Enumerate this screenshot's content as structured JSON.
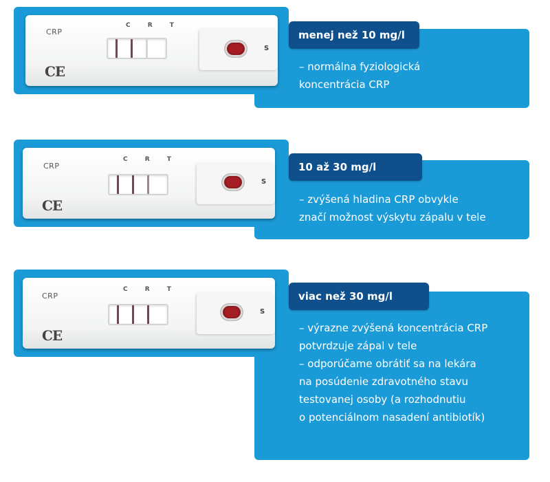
{
  "rows": [
    {
      "cassette": {
        "brand": "CRP",
        "markers": "C R T",
        "sample": "S",
        "mark": "CE"
      },
      "label": "menej než 10 mg/l",
      "lines": [
        "– normálna fyziologická",
        "koncentrácia CRP"
      ]
    },
    {
      "cassette": {
        "brand": "CRP",
        "markers": "C R T",
        "sample": "S",
        "mark": "CE"
      },
      "label": "10 až 30 mg/l",
      "lines": [
        "– zvýšená hladina CRP obvykle",
        "značí možnost výskytu zápalu v tele"
      ]
    },
    {
      "cassette": {
        "brand": "CRP",
        "markers": "C R T",
        "sample": "S",
        "mark": "CE"
      },
      "label": "viac než 30 mg/l",
      "lines": [
        "– výrazne zvýšená koncentrácia CRP",
        "potvrdzuje zápal v tele",
        "– odporúčame obrátiť sa na lekára",
        "na posúdenie zdravotného stavu",
        "testovanej osoby (a rozhodnutiu",
        "o potenciálnom nasadení antibiotík)"
      ]
    }
  ],
  "colors": {
    "panel": "#1a9ad6",
    "label": "#0e4f8c",
    "sample_well": "#a51c22"
  },
  "icons": {
    "mark": "ce-mark-icon"
  }
}
